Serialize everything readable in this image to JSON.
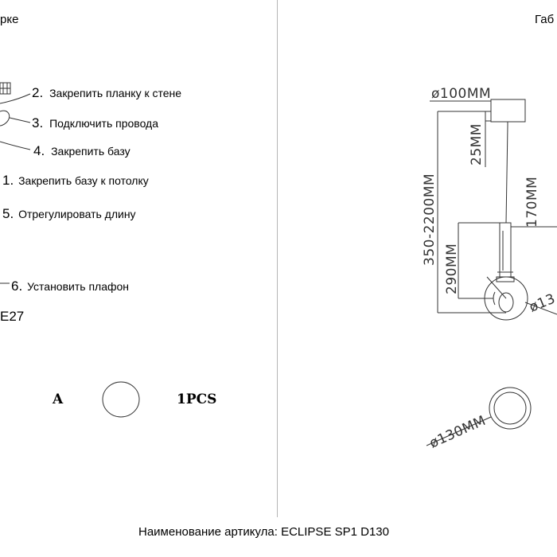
{
  "header": {
    "left_title_fragment": "рке",
    "right_title_fragment": "Габ"
  },
  "steps": [
    {
      "num": "2.",
      "text": "Закрепить планку к стене"
    },
    {
      "num": "3.",
      "text": "Подключить провода"
    },
    {
      "num": "4.",
      "text": "Закрепить базу"
    },
    {
      "num": "1.",
      "text": "Закрепить базу к потолку"
    },
    {
      "num": "5.",
      "text": "Отрегулировать длину"
    },
    {
      "num": "6.",
      "text": "Установить плафон"
    }
  ],
  "lamp_base": "E27",
  "parts": {
    "label": "A",
    "quantity": "1PCS"
  },
  "dimensions": {
    "canopy_diameter": "ø100MM",
    "canopy_height": "25MM",
    "cable_length": "350-2200MM",
    "fixture_height": "170MM",
    "body_height": "290MM",
    "shade_diameter_side": "ø13",
    "shade_diameter_bottom": "ø130MM"
  },
  "footer": {
    "article": "Наименование артикула: ECLIPSE SP1 D130"
  },
  "colors": {
    "line": "#333333",
    "divider": "#b5b5b5"
  }
}
